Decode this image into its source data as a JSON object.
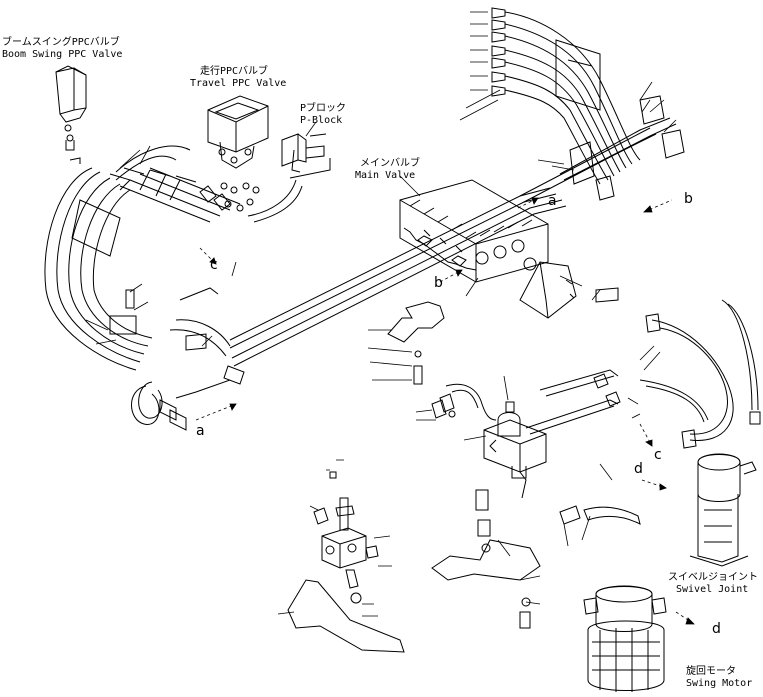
{
  "labels": {
    "boom_swing_ja": "ブームスイングPPCバルブ",
    "boom_swing_en": "Boom Swing PPC Valve",
    "travel_ja": "走行PPCバルブ",
    "travel_en": "Travel PPC Valve",
    "pblock_ja": "Pブロック",
    "pblock_en": "P-Block",
    "main_ja": "メインバルブ",
    "main_en": "Main Valve",
    "swivel_ja": "スイベルジョイント",
    "swivel_en": "Swivel Joint",
    "swing_ja": "旋回モータ",
    "swing_en": "Swing Motor"
  },
  "markers": {
    "a1": "a",
    "a2": "a",
    "b1": "b",
    "b2": "b",
    "c1": "c",
    "c2": "c",
    "d1": "d",
    "d2": "d"
  }
}
